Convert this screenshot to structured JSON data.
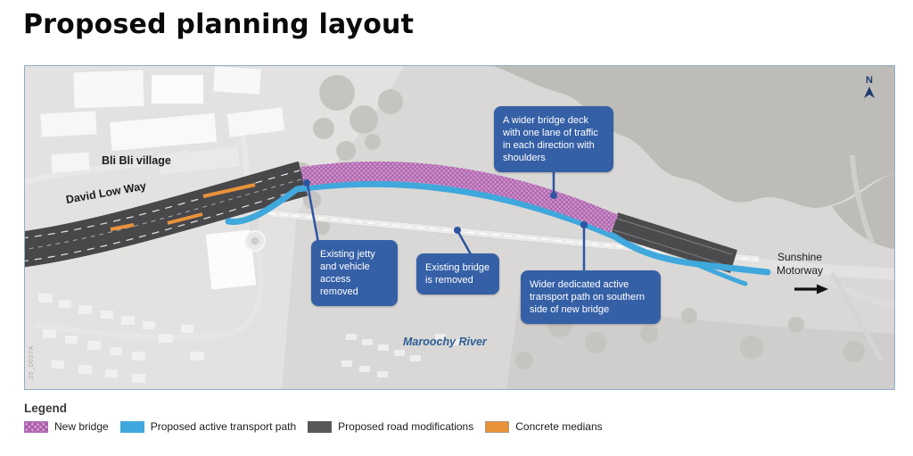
{
  "title": "Proposed planning layout",
  "map": {
    "labels": {
      "village": "Bli Bli village",
      "road": "David Low Way",
      "river": "Maroochy River",
      "motorway": "Sunshine\nMotorway",
      "north": "N",
      "figure_id": "25_0037A"
    },
    "callouts": [
      {
        "text": "A wider bridge deck\nwith one lane of traffic\nin each direction with\nshoulders"
      },
      {
        "text": "Existing jetty\nand vehicle\naccess removed"
      },
      {
        "text": "Existing bridge\nis removed"
      },
      {
        "text": "Wider dedicated active\ntransport path on southern\nside of new bridge"
      }
    ]
  },
  "legend": {
    "heading": "Legend",
    "items": [
      {
        "label": "New bridge"
      },
      {
        "label": "Proposed active transport path"
      },
      {
        "label": "Proposed road modifications"
      },
      {
        "label": "Concrete medians"
      }
    ]
  },
  "colors": {
    "callout_blue": "#3560a6",
    "new_bridge_pink": "#d893c8",
    "hatch_purple": "#a263b0",
    "active_path_blue": "#3fa8dc",
    "road_gray": "#4b4b4e",
    "median_orange": "#e8923a",
    "river_label_blue": "#2d5e94",
    "north_navy": "#1d3a6b"
  }
}
